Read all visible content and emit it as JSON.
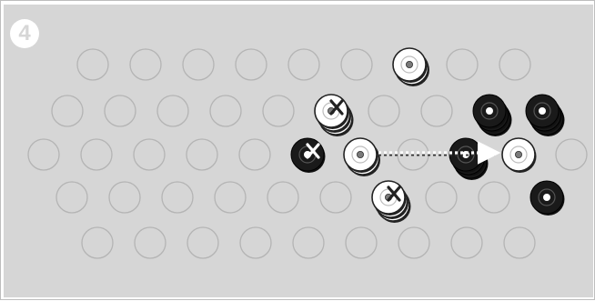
{
  "step": {
    "number": "4",
    "badge_color": "#ffffff",
    "text_color": "#d6d6d6"
  },
  "colors": {
    "board": "#d6d6d6",
    "empty_hole_stroke": "#b4b4b4",
    "white_piece": "#ffffff",
    "black_piece": "#1a1a1a",
    "arrow": "#ffffff"
  },
  "board": {
    "rows": [
      {
        "row": 1,
        "cols": 9
      },
      {
        "row": 2,
        "cols": 10
      },
      {
        "row": 3,
        "cols": 11
      },
      {
        "row": 4,
        "cols": 10
      },
      {
        "row": 5,
        "cols": 9
      }
    ]
  },
  "pieces": [
    {
      "name": "white-stack-r1c7",
      "row": 1,
      "col": 7,
      "color": "white",
      "stack": 2,
      "captured": false
    },
    {
      "name": "white-stack-r2c6",
      "row": 2,
      "col": 6,
      "color": "white",
      "stack": 3,
      "captured": true
    },
    {
      "name": "black-stack-r2c9",
      "row": 2,
      "col": 9,
      "color": "black",
      "stack": 3,
      "captured": false
    },
    {
      "name": "black-stack-r2c10",
      "row": 2,
      "col": 10,
      "color": "black",
      "stack": 3,
      "captured": false
    },
    {
      "name": "black-piece-r3c6",
      "row": 3,
      "col": 6,
      "color": "black",
      "stack": 1,
      "captured": true
    },
    {
      "name": "white-piece-r3c7-origin",
      "row": 3,
      "col": 7,
      "color": "white",
      "stack": 2,
      "captured": false
    },
    {
      "name": "black-stack-r3c9",
      "row": 3,
      "col": 9,
      "color": "black",
      "stack": 3,
      "captured": false
    },
    {
      "name": "white-piece-r3c10-target",
      "row": 3,
      "col": 10,
      "color": "white",
      "stack": 1,
      "captured": false
    },
    {
      "name": "white-stack-r4c7",
      "row": 4,
      "col": 7,
      "color": "white",
      "stack": 3,
      "captured": true
    },
    {
      "name": "black-piece-r4c10",
      "row": 4,
      "col": 10,
      "color": "black",
      "stack": 1,
      "captured": false
    }
  ],
  "move": {
    "from": {
      "row": 3,
      "col": 7
    },
    "to": {
      "row": 3,
      "col": 10
    },
    "style": "dotted-arrow"
  }
}
